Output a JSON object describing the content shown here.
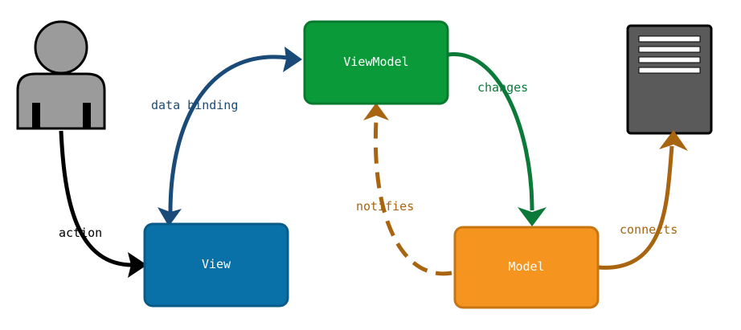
{
  "diagram": {
    "nodes": {
      "viewmodel": {
        "label": "ViewModel",
        "fill": "#0a9a3a",
        "stroke": "#087a2e"
      },
      "view": {
        "label": "View",
        "fill": "#0a70a8",
        "stroke": "#085b88"
      },
      "model": {
        "label": "Model",
        "fill": "#f5941e",
        "stroke": "#c77412"
      }
    },
    "edges": {
      "action": {
        "label": "action",
        "color": "#000000"
      },
      "data_binding": {
        "label": "data binding",
        "color": "#1a4b78"
      },
      "changes": {
        "label": "changes",
        "color": "#0b7a38"
      },
      "notifies": {
        "label": "notifies",
        "color": "#a8640f"
      },
      "connects": {
        "label": "connects",
        "color": "#a8640f"
      }
    },
    "icons": {
      "user": "user-icon",
      "server": "server-icon"
    }
  }
}
